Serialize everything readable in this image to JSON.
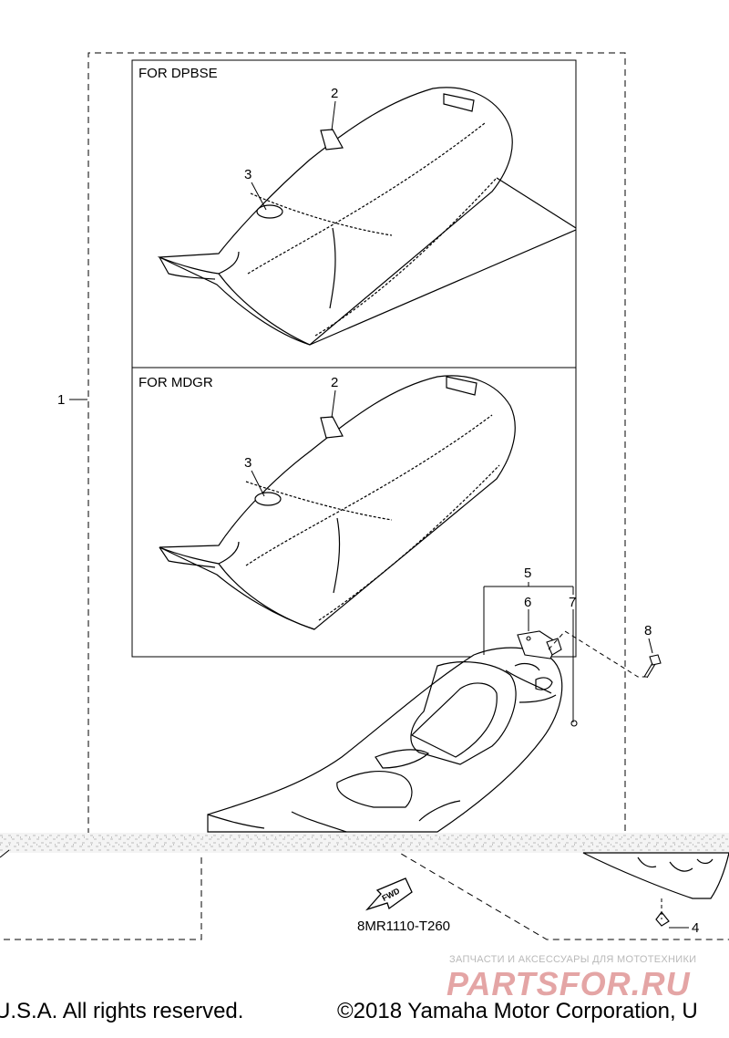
{
  "labels": {
    "box_dpbse": "FOR DPBSE",
    "box_mdgr": "FOR MDGR",
    "parts": {
      "p1": "1",
      "p2a": "2",
      "p3a": "3",
      "p2b": "2",
      "p3b": "3",
      "p4": "4",
      "p5": "5",
      "p6": "6",
      "p7": "7",
      "p8": "8"
    },
    "fwd": "FWD",
    "diagram_code": "8MR1110-T260"
  },
  "watermark": {
    "tagline": "ЗАПЧАСТИ И АКСЕССУАРЫ ДЛЯ МОТОТЕХНИКИ",
    "brand": "PARTSFOR.RU"
  },
  "footer": {
    "left": "U.S.A. All rights reserved.",
    "right": "©2018 Yamaha Motor Corporation, U"
  },
  "colors": {
    "line": "#000000",
    "watermark_text": "#e4a5a5",
    "watermark_tagline": "#b9b9b9"
  }
}
